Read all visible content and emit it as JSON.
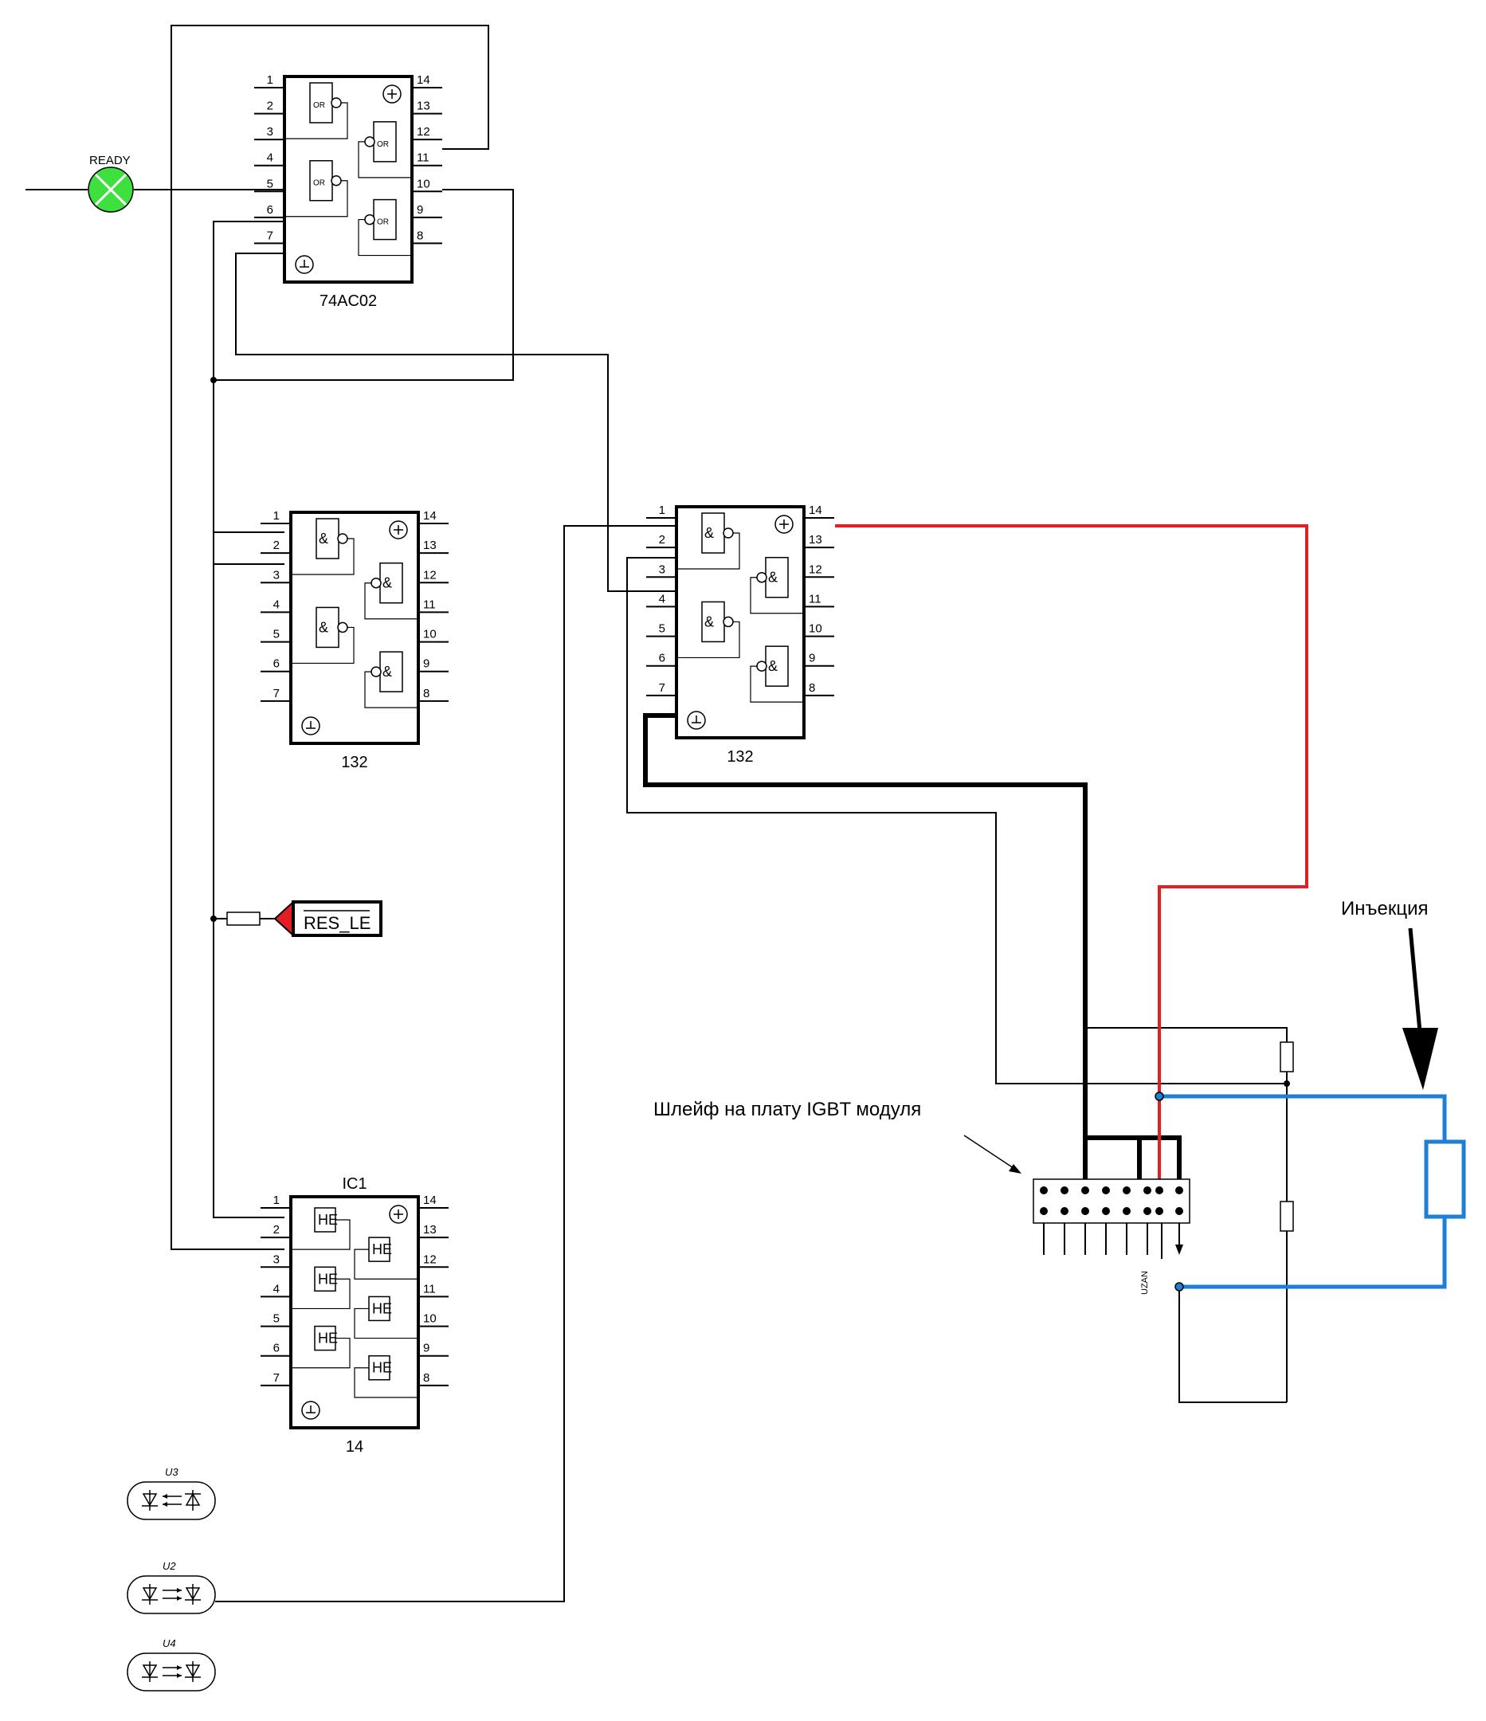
{
  "labels": {
    "ready": "READY",
    "res_le": "RES_LE",
    "injection": "Инъекция",
    "ribbon_note": "Шлейф на плату IGBT модуля",
    "uzan": "UZAN"
  },
  "chips": {
    "u74ac02": {
      "title": "74AC02",
      "gate_label": "OR"
    },
    "u132a": {
      "title": "132",
      "gate_label": "&"
    },
    "u132b": {
      "title": "132",
      "gate_label": "&"
    },
    "ic1": {
      "designator": "IC1",
      "title": "14",
      "gate_label": "HE"
    }
  },
  "pin_numbers": [
    "1",
    "2",
    "3",
    "4",
    "5",
    "6",
    "7",
    "8",
    "9",
    "10",
    "11",
    "12",
    "13",
    "14"
  ],
  "optocouplers": [
    {
      "ref": "U3"
    },
    {
      "ref": "U2"
    },
    {
      "ref": "U4"
    }
  ],
  "colors": {
    "wire": "#000000",
    "power_wire": "#e31e24",
    "injection_wire": "#1e7fd6",
    "ready_lamp": "#3de03d",
    "res_le_flag": "#e31e24"
  }
}
